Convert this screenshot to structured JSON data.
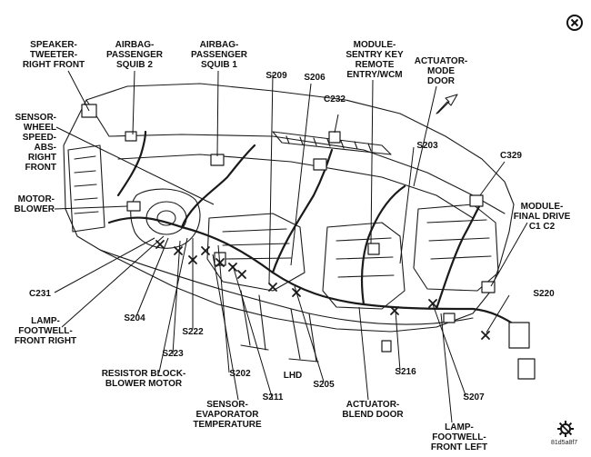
{
  "labels": {
    "speaker_tweeter": "SPEAKER-\nTWEETER-\nRIGHT FRONT",
    "airbag_squib2": "AIRBAG-\nPASSENGER\nSQUIB 2",
    "airbag_squib1": "AIRBAG-\nPASSENGER\nSQUIB 1",
    "module_sentry": "MODULE-\nSENTRY KEY\nREMOTE\nENTRY/WCM",
    "actuator_mode": "ACTUATOR-\nMODE\nDOOR",
    "sensor_wheel": "SENSOR-\nWHEEL\nSPEED-ABS-\nRIGHT\nFRONT",
    "motor_blower": "MOTOR-\nBLOWER",
    "module_final_drive": "MODULE-\nFINAL DRIVE\nC1    C2",
    "lamp_fw_right": "LAMP-\nFOOTWELL-\nFRONT RIGHT",
    "resistor_block": "RESISTOR BLOCK-\nBLOWER MOTOR",
    "sensor_evap": "SENSOR-\nEVAPORATOR\nTEMPERATURE",
    "actuator_blend": "ACTUATOR-\nBLEND DOOR",
    "lamp_fw_left": "LAMP-\nFOOTWELL-\nFRONT LEFT",
    "lhd": "LHD",
    "s209": "S209",
    "s206": "S206",
    "c232": "C232",
    "s203": "S203",
    "c329": "C329",
    "c231": "C231",
    "s204": "S204",
    "s222": "S222",
    "s223": "S223",
    "s202": "S202",
    "s211": "S211",
    "s205": "S205",
    "s216": "S216",
    "s207": "S207",
    "s220": "S220"
  },
  "figure_code": "81d5a8f7",
  "icons": {
    "top_right": "close-circle-icon",
    "bottom_right": "gear-icon"
  }
}
